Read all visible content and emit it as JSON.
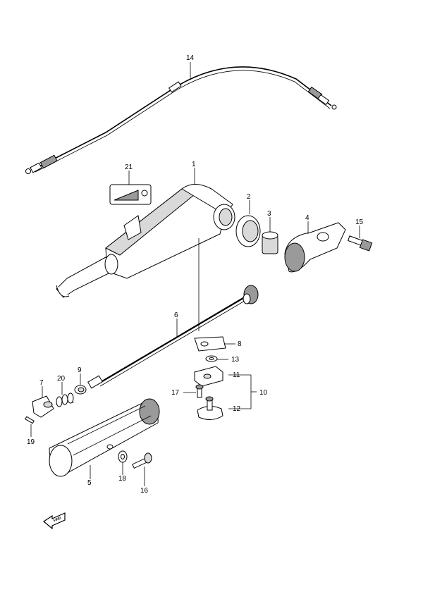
{
  "callouts": [
    {
      "id": "c1",
      "text": "1"
    },
    {
      "id": "c2",
      "text": "2"
    },
    {
      "id": "c3",
      "text": "3"
    },
    {
      "id": "c4",
      "text": "4"
    },
    {
      "id": "c5",
      "text": "5"
    },
    {
      "id": "c6",
      "text": "6"
    },
    {
      "id": "c7",
      "text": "7"
    },
    {
      "id": "c8",
      "text": "8"
    },
    {
      "id": "c9",
      "text": "9"
    },
    {
      "id": "c10",
      "text": "10"
    },
    {
      "id": "c11",
      "text": "11"
    },
    {
      "id": "c12",
      "text": "12"
    },
    {
      "id": "c13",
      "text": "13"
    },
    {
      "id": "c14",
      "text": "14"
    },
    {
      "id": "c15",
      "text": "15"
    },
    {
      "id": "c16",
      "text": "16"
    },
    {
      "id": "c17",
      "text": "17"
    },
    {
      "id": "c18",
      "text": "18"
    },
    {
      "id": "c19",
      "text": "19"
    },
    {
      "id": "c20",
      "text": "20"
    },
    {
      "id": "c21",
      "text": "21"
    }
  ],
  "fwd_arrow": {
    "text": "FWD"
  }
}
